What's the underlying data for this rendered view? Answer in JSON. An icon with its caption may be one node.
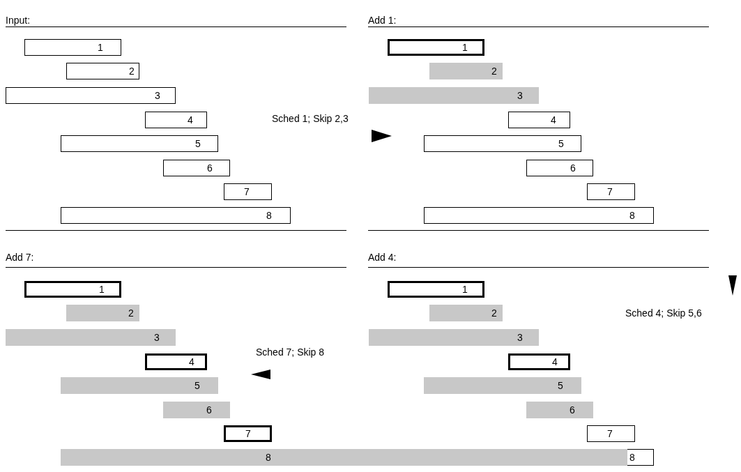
{
  "diagram": {
    "nodes": [
      {
        "text": [
          "1"
        ]
      },
      {
        "text": [
          "2"
        ]
      },
      {
        "text": [
          "3"
        ]
      },
      {
        "text": [
          "4"
        ]
      },
      {
        "text": [
          "5"
        ]
      },
      {
        "text": [
          "6"
        ]
      },
      {
        "text": [
          "7"
        ]
      },
      {
        "text": [
          "8"
        ]
      },
      {
        "text": [
          "1"
        ]
      },
      {
        "text": [
          "2"
        ]
      },
      {
        "text": [
          "3"
        ]
      },
      {
        "text": [
          "4"
        ]
      },
      {
        "text": [
          "5"
        ]
      },
      {
        "text": [
          "6"
        ]
      },
      {
        "text": [
          "7"
        ]
      },
      {
        "text": [
          "8"
        ]
      },
      {
        "text": [
          "1"
        ]
      },
      {
        "text": [
          "2"
        ]
      },
      {
        "text": [
          "3"
        ]
      },
      {
        "text": [
          "4"
        ]
      },
      {
        "text": [
          "5"
        ]
      },
      {
        "text": [
          "6"
        ]
      },
      {
        "text": [
          "7"
        ]
      },
      {
        "text": [
          "8"
        ]
      },
      {
        "text": [
          "1"
        ]
      },
      {
        "text": [
          "2"
        ]
      },
      {
        "text": [
          "3"
        ]
      },
      {
        "text": [
          "4"
        ]
      },
      {
        "text": [
          "5"
        ]
      },
      {
        "text": [
          "6"
        ]
      },
      {
        "text": [
          "7"
        ]
      },
      {
        "text": [
          "8"
        ]
      }
    ],
    "labels": [
      "Input:",
      "Add 1:",
      "Sched 1; Skip 2,3",
      "Add 7:",
      "Add 4:",
      "Sched 4; Skip 5,6",
      "Sched 7; Skip 8"
    ]
  }
}
